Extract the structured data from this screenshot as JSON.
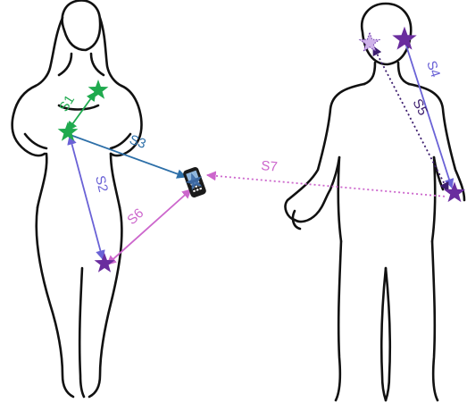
{
  "figures": {
    "female": {
      "label": ""
    },
    "male": {
      "label": ""
    }
  },
  "colors": {
    "green": "#1faa4e",
    "purple_star": "#6a2d9e",
    "purple_line": "#7a5bd6",
    "blue_line": "#2d6fa8",
    "magenta": "#cc66cc",
    "dark_purple": "#3c1d6e"
  },
  "segments": [
    {
      "id": "S1",
      "label": "S1",
      "color": "#1faa4e",
      "style": "solid"
    },
    {
      "id": "S2",
      "label": "S2",
      "color": "#6a62d6",
      "style": "solid"
    },
    {
      "id": "S3",
      "label": "S3",
      "color": "#2d6fa8",
      "style": "solid"
    },
    {
      "id": "S4",
      "label": "S4",
      "color": "#6a62d6",
      "style": "solid"
    },
    {
      "id": "S5",
      "label": "S5",
      "color": "#3c1d6e",
      "style": "dotted"
    },
    {
      "id": "S6",
      "label": "S6",
      "color": "#cc66cc",
      "style": "solid"
    },
    {
      "id": "S7",
      "label": "S7",
      "color": "#cc66cc",
      "style": "dotted"
    }
  ],
  "markers": [
    {
      "name": "green-star-shoulder",
      "icon": "star-icon",
      "color": "#1faa4e"
    },
    {
      "name": "green-star-chest",
      "icon": "star-icon",
      "color": "#1faa4e"
    },
    {
      "name": "purple-star-hip",
      "icon": "star-icon",
      "color": "#6a2d9e"
    },
    {
      "name": "purple-star-head",
      "icon": "star-icon",
      "color": "#6a2d9e"
    },
    {
      "name": "purple-star-hand",
      "icon": "star-icon",
      "color": "#6a2d9e"
    },
    {
      "name": "ghost-star-face",
      "icon": "star-outline-icon",
      "color": "#b48ad8"
    },
    {
      "name": "phone",
      "icon": "phone-icon",
      "color": "#1a1a1a"
    }
  ]
}
